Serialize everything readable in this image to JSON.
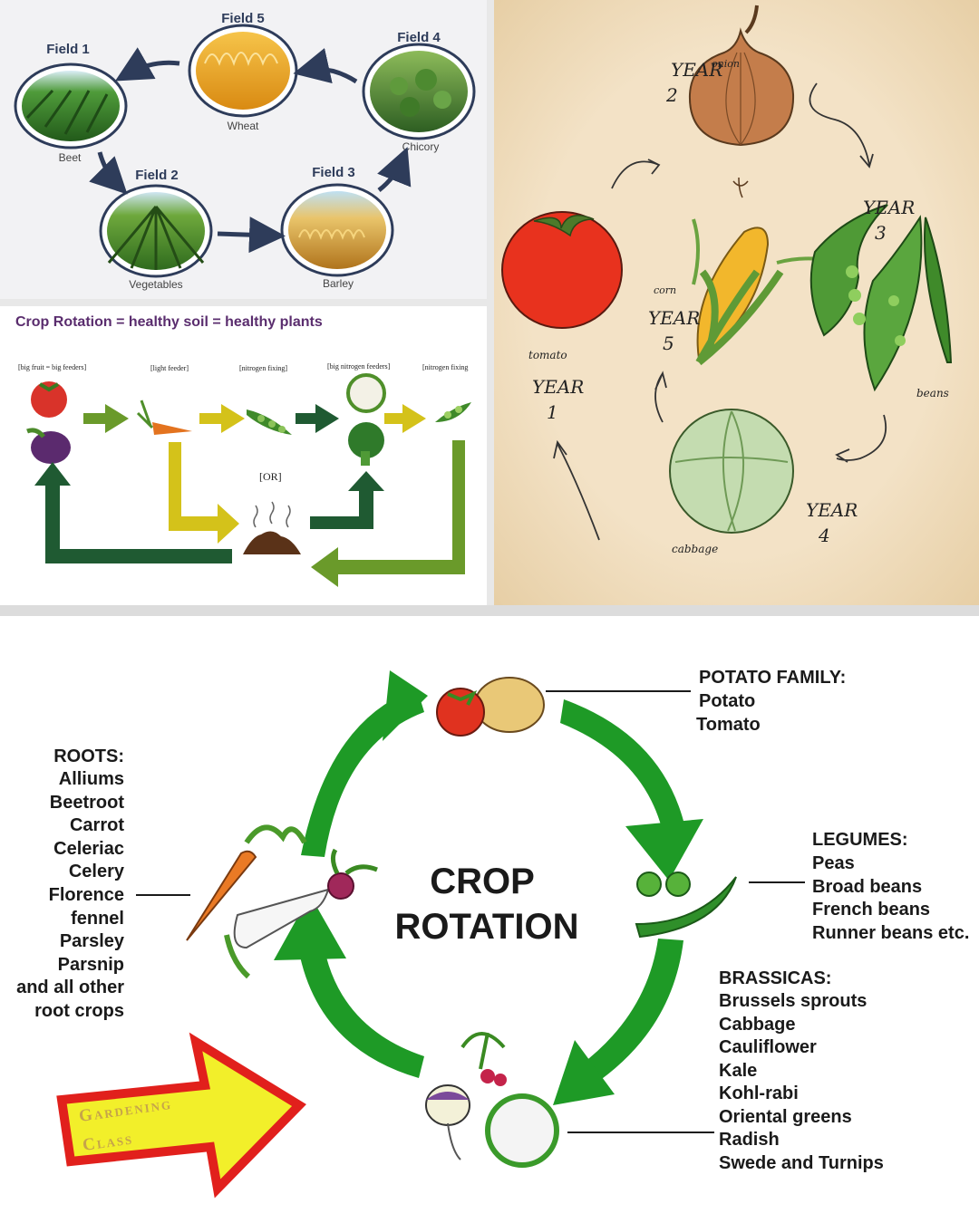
{
  "colors": {
    "field_title": "#2e3c5a",
    "field_arrow": "#2e3c5a",
    "panel2_title": "#5a2d6e",
    "panel3_bg": "#f3e2c6",
    "big_arrow": "#1e9a26",
    "gardening_fill": "#f2ef2a",
    "gardening_border": "#e1201c",
    "gardening_text": "#c6a44a"
  },
  "field_rotation": {
    "fields": [
      {
        "title": "Field 5",
        "crop": "Wheat",
        "icon": "wheat-field-icon"
      },
      {
        "title": "Field 4",
        "crop": "Chicory",
        "icon": "chicory-field-icon"
      },
      {
        "title": "Field 1",
        "crop": "Beet",
        "icon": "beet-field-icon"
      },
      {
        "title": "Field 2",
        "crop": "Vegetables",
        "icon": "vegetable-field-icon"
      },
      {
        "title": "Field 3",
        "crop": "Barley",
        "icon": "barley-field-icon"
      }
    ]
  },
  "feeder_chart": {
    "title": "Crop Rotation =  healthy soil = healthy plants",
    "labels": [
      "[big fruit = big feeders]",
      "[light feeder]",
      "[nitrogen fixing]",
      "[big nitrogen feeders]",
      "[nitrogen fixing"
    ],
    "or_label": "[OR]"
  },
  "year_wheel": {
    "years": [
      {
        "year": "YEAR",
        "num": "1",
        "crop": "tomato"
      },
      {
        "year": "YEAR",
        "num": "2",
        "crop": "onion"
      },
      {
        "year": "YEAR",
        "num": "3",
        "crop": "beans"
      },
      {
        "year": "YEAR",
        "num": "4",
        "crop": "cabbage"
      },
      {
        "year": "YEAR",
        "num": "5",
        "crop": "corn"
      }
    ]
  },
  "crop_rotation": {
    "title_line1": "CROP",
    "title_line2": "ROTATION",
    "potato": {
      "heading": "POTATO FAMILY:",
      "items": [
        "Potato",
        "Tomato"
      ]
    },
    "legumes": {
      "heading": "LEGUMES:",
      "items": [
        "Peas",
        "Broad beans",
        "French beans",
        "Runner beans etc."
      ]
    },
    "brassicas": {
      "heading": "BRASSICAS:",
      "items": [
        "Brussels sprouts",
        "Cabbage",
        "Cauliflower",
        "Kale",
        "Kohl-rabi",
        "Oriental greens",
        "Radish",
        "Swede and Turnips"
      ]
    },
    "roots": {
      "heading": "ROOTS:",
      "items": [
        "Alliums",
        "Beetroot",
        "Carrot",
        "Celeriac",
        "Celery",
        "Florence",
        "fennel",
        "Parsley",
        "Parsnip",
        "and all other",
        "root crops"
      ]
    },
    "badge_line1": "Gardening",
    "badge_line2": "Class"
  }
}
